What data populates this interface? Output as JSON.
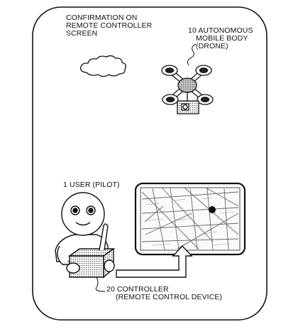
{
  "caption": {
    "line1": "CONFIRMATION ON",
    "line2": "REMOTE CONTROLLER",
    "line3": "SCREEN"
  },
  "drone_label": {
    "line1": "10 AUTONOMOUS",
    "line2": "MOBILE BODY",
    "line3": "(DRONE)"
  },
  "user_label": "1 USER (PILOT)",
  "controller_label": {
    "line1": "20 CONTROLLER",
    "line2": "(REMOTE CONTROL DEVICE)"
  }
}
